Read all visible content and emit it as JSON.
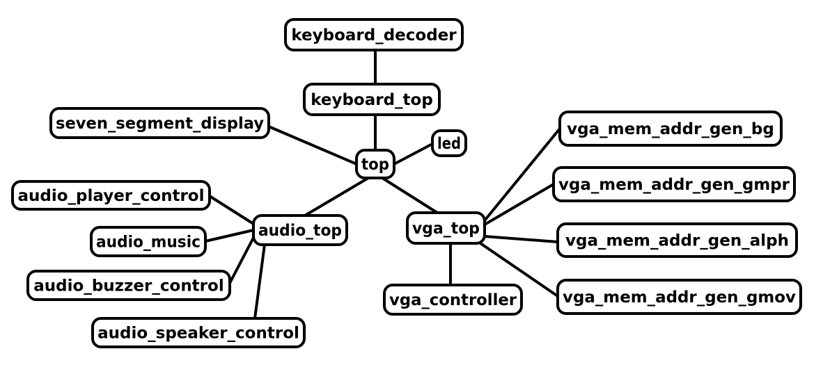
{
  "nodes": [
    {
      "id": "keyboard_decoder",
      "label": "keyboard_decoder"
    },
    {
      "id": "keyboard_top",
      "label": "keyboard_top"
    },
    {
      "id": "seven_segment_display",
      "label": "seven_segment_display"
    },
    {
      "id": "top",
      "label": "top"
    },
    {
      "id": "led",
      "label": "led"
    },
    {
      "id": "audio_top",
      "label": "audio_top"
    },
    {
      "id": "vga_top",
      "label": "vga_top"
    },
    {
      "id": "audio_player_control",
      "label": "audio_player_control"
    },
    {
      "id": "audio_music",
      "label": "audio_music"
    },
    {
      "id": "audio_buzzer_control",
      "label": "audio_buzzer_control"
    },
    {
      "id": "audio_speaker_control",
      "label": "audio_speaker_control"
    },
    {
      "id": "vga_controller",
      "label": "vga_controller"
    },
    {
      "id": "vga_mem_addr_gen_bg",
      "label": "vga_mem_addr_gen_bg"
    },
    {
      "id": "vga_mem_addr_gen_gmpr",
      "label": "vga_mem_addr_gen_gmpr"
    },
    {
      "id": "vga_mem_addr_gen_alph",
      "label": "vga_mem_addr_gen_alph"
    },
    {
      "id": "vga_mem_addr_gen_gmov",
      "label": "vga_mem_addr_gen_gmov"
    }
  ],
  "edges": [
    [
      "keyboard_decoder",
      "keyboard_top"
    ],
    [
      "keyboard_top",
      "top"
    ],
    [
      "seven_segment_display",
      "top"
    ],
    [
      "led",
      "top"
    ],
    [
      "top",
      "audio_top"
    ],
    [
      "top",
      "vga_top"
    ],
    [
      "audio_top",
      "audio_player_control"
    ],
    [
      "audio_top",
      "audio_music"
    ],
    [
      "audio_top",
      "audio_buzzer_control"
    ],
    [
      "audio_top",
      "audio_speaker_control"
    ],
    [
      "vga_top",
      "vga_controller"
    ],
    [
      "vga_top",
      "vga_mem_addr_gen_bg"
    ],
    [
      "vga_top",
      "vga_mem_addr_gen_gmpr"
    ],
    [
      "vga_top",
      "vga_mem_addr_gen_alph"
    ],
    [
      "vga_top",
      "vga_mem_addr_gen_gmov"
    ]
  ]
}
